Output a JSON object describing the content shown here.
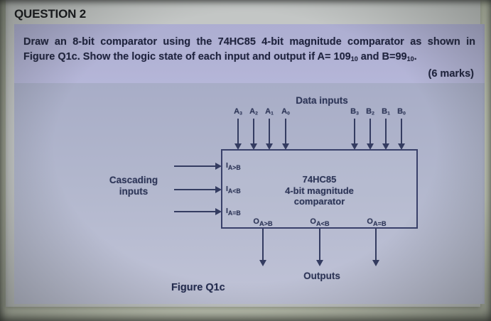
{
  "header": {
    "title": "QUESTION 2"
  },
  "question": {
    "line1": "Draw an 8-bit comparator using the 74HC85 4-bit magnitude comparator as shown in",
    "line2_pre": "Figure Q1c. Show the logic state of each input and output if A= 109",
    "line2_sub1": "10",
    "line2_mid": " and B=99",
    "line2_sub2": "10",
    "line2_end": ".",
    "marks": "(6 marks)"
  },
  "diagram": {
    "data_inputs_label": "Data inputs",
    "cascading_label_line1": "Cascading",
    "cascading_label_line2": "inputs",
    "outputs_label": "Outputs",
    "figure_caption": "Figure Q1c",
    "chip": {
      "line1": "74HC85",
      "line2": "4-bit magnitude",
      "line3": "comparator"
    },
    "a_inputs": [
      {
        "base": "A",
        "sub": "3"
      },
      {
        "base": "A",
        "sub": "2"
      },
      {
        "base": "A",
        "sub": "1"
      },
      {
        "base": "A",
        "sub": "0"
      }
    ],
    "b_inputs": [
      {
        "base": "B",
        "sub": "3"
      },
      {
        "base": "B",
        "sub": "2"
      },
      {
        "base": "B",
        "sub": "1"
      },
      {
        "base": "B",
        "sub": "0"
      }
    ],
    "cascade_pins": [
      {
        "base": "I",
        "sub": "A>B"
      },
      {
        "base": "I",
        "sub": "A<B"
      },
      {
        "base": "I",
        "sub": "A=B"
      }
    ],
    "output_pins": [
      {
        "base": "O",
        "sub": "A>B"
      },
      {
        "base": "O",
        "sub": "A<B"
      },
      {
        "base": "O",
        "sub": "A=B"
      }
    ]
  },
  "colors": {
    "paper": "#c3c6c5",
    "question_box": "#b1b2d5",
    "diagram_box": "#b2b7cd",
    "ink": "#343c61",
    "photo_margin": "#c6cbb8"
  }
}
